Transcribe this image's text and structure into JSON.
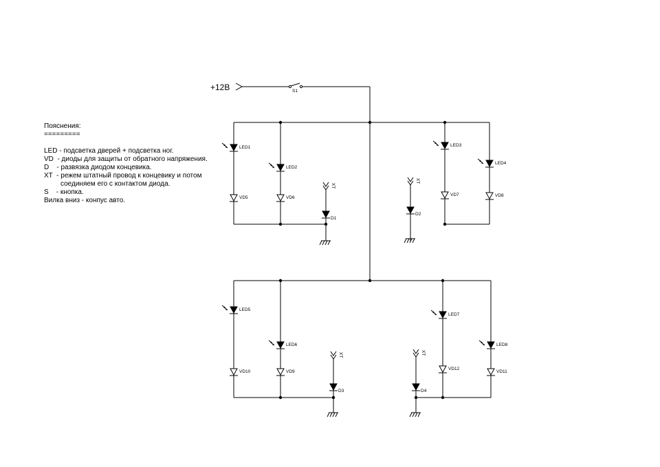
{
  "supply_label": "+12В",
  "switch_label": "S1",
  "legend": {
    "title": "Пояснения:",
    "separator": "=========",
    "lines": [
      "LED - подсветка дверей + подсветка ног.",
      "VD  - диоды для защиты от обратного напряжения.",
      "D    - развязка диодом концевика.",
      "XT  - режем штатный провод к концевику и потом",
      "соединяем его с контактом диода.",
      "S    - кнопка.",
      "Вилка вниз - конпус авто."
    ]
  },
  "components": {
    "led": [
      "LED1",
      "LED2",
      "LED3",
      "LED4",
      "LED5",
      "LED6",
      "LED7",
      "LED8"
    ],
    "vd": [
      "VD5",
      "VD6",
      "VD7",
      "VD8",
      "VD10",
      "VD9",
      "VD12",
      "VD11"
    ],
    "d": [
      "D1",
      "D2",
      "D3",
      "D4"
    ],
    "xt": "XT"
  }
}
